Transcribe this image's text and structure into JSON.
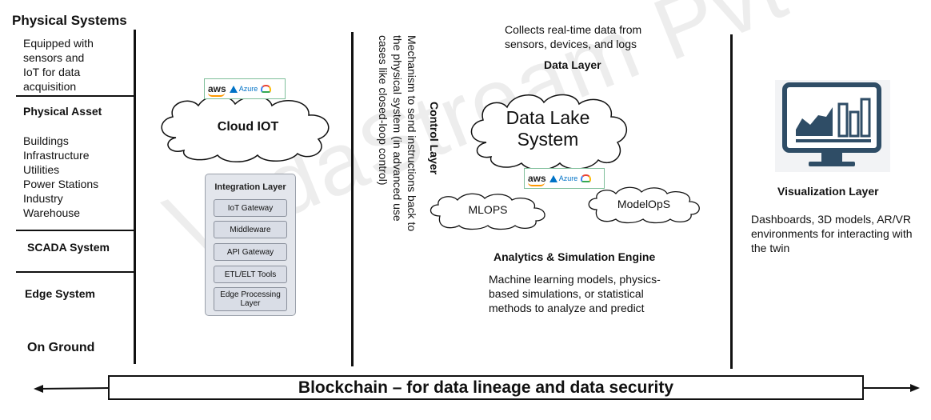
{
  "watermark": "VedaStream Pvt Ltd",
  "left": {
    "title": "Physical Systems",
    "desc": [
      "Equipped with",
      "sensors and",
      "IoT for data",
      "acquisition"
    ],
    "physical_asset": "Physical Asset",
    "assets": [
      "Buildings",
      "Infrastructure",
      "Utilities",
      "Power Stations",
      "Industry",
      "Warehouse"
    ],
    "scada": "SCADA System",
    "edge": "Edge System",
    "ground": "On Ground"
  },
  "cloud_iot": {
    "label": "Cloud IOT",
    "logos": {
      "aws": "aws",
      "azure": "Azure"
    }
  },
  "integration": {
    "title": "Integration Layer",
    "items": [
      "IoT Gateway",
      "Middleware",
      "API Gateway",
      "ETL/ELT Tools",
      "Edge Processing Layer"
    ]
  },
  "control": {
    "title": "Control Layer",
    "desc": "Mechanism to send instructions back to the physical system (in advanced use cases like closed-loop control)"
  },
  "data_layer": {
    "desc_line1": "Collects real-time data from",
    "desc_line2": "sensors, devices, and logs",
    "title": "Data Layer",
    "lake_line1": "Data Lake",
    "lake_line2": "System",
    "logos": {
      "aws": "aws",
      "azure": "Azure"
    },
    "mlops": "MLOPS",
    "modelops": "ModelOpS"
  },
  "analytics": {
    "title": "Analytics & Simulation Engine",
    "desc": [
      "Machine learning models, physics-",
      "based simulations, or statistical",
      "methods to analyze and predict"
    ]
  },
  "visualization": {
    "title": "Visualization Layer",
    "desc": [
      "Dashboards, 3D models, AR/VR",
      "environments for interacting with",
      "the twin"
    ]
  },
  "blockchain": "Blockchain – for data lineage and data security",
  "colors": {
    "line": "#111111",
    "monitor": "#2f4d66",
    "chart_line": "#2f4d66"
  }
}
